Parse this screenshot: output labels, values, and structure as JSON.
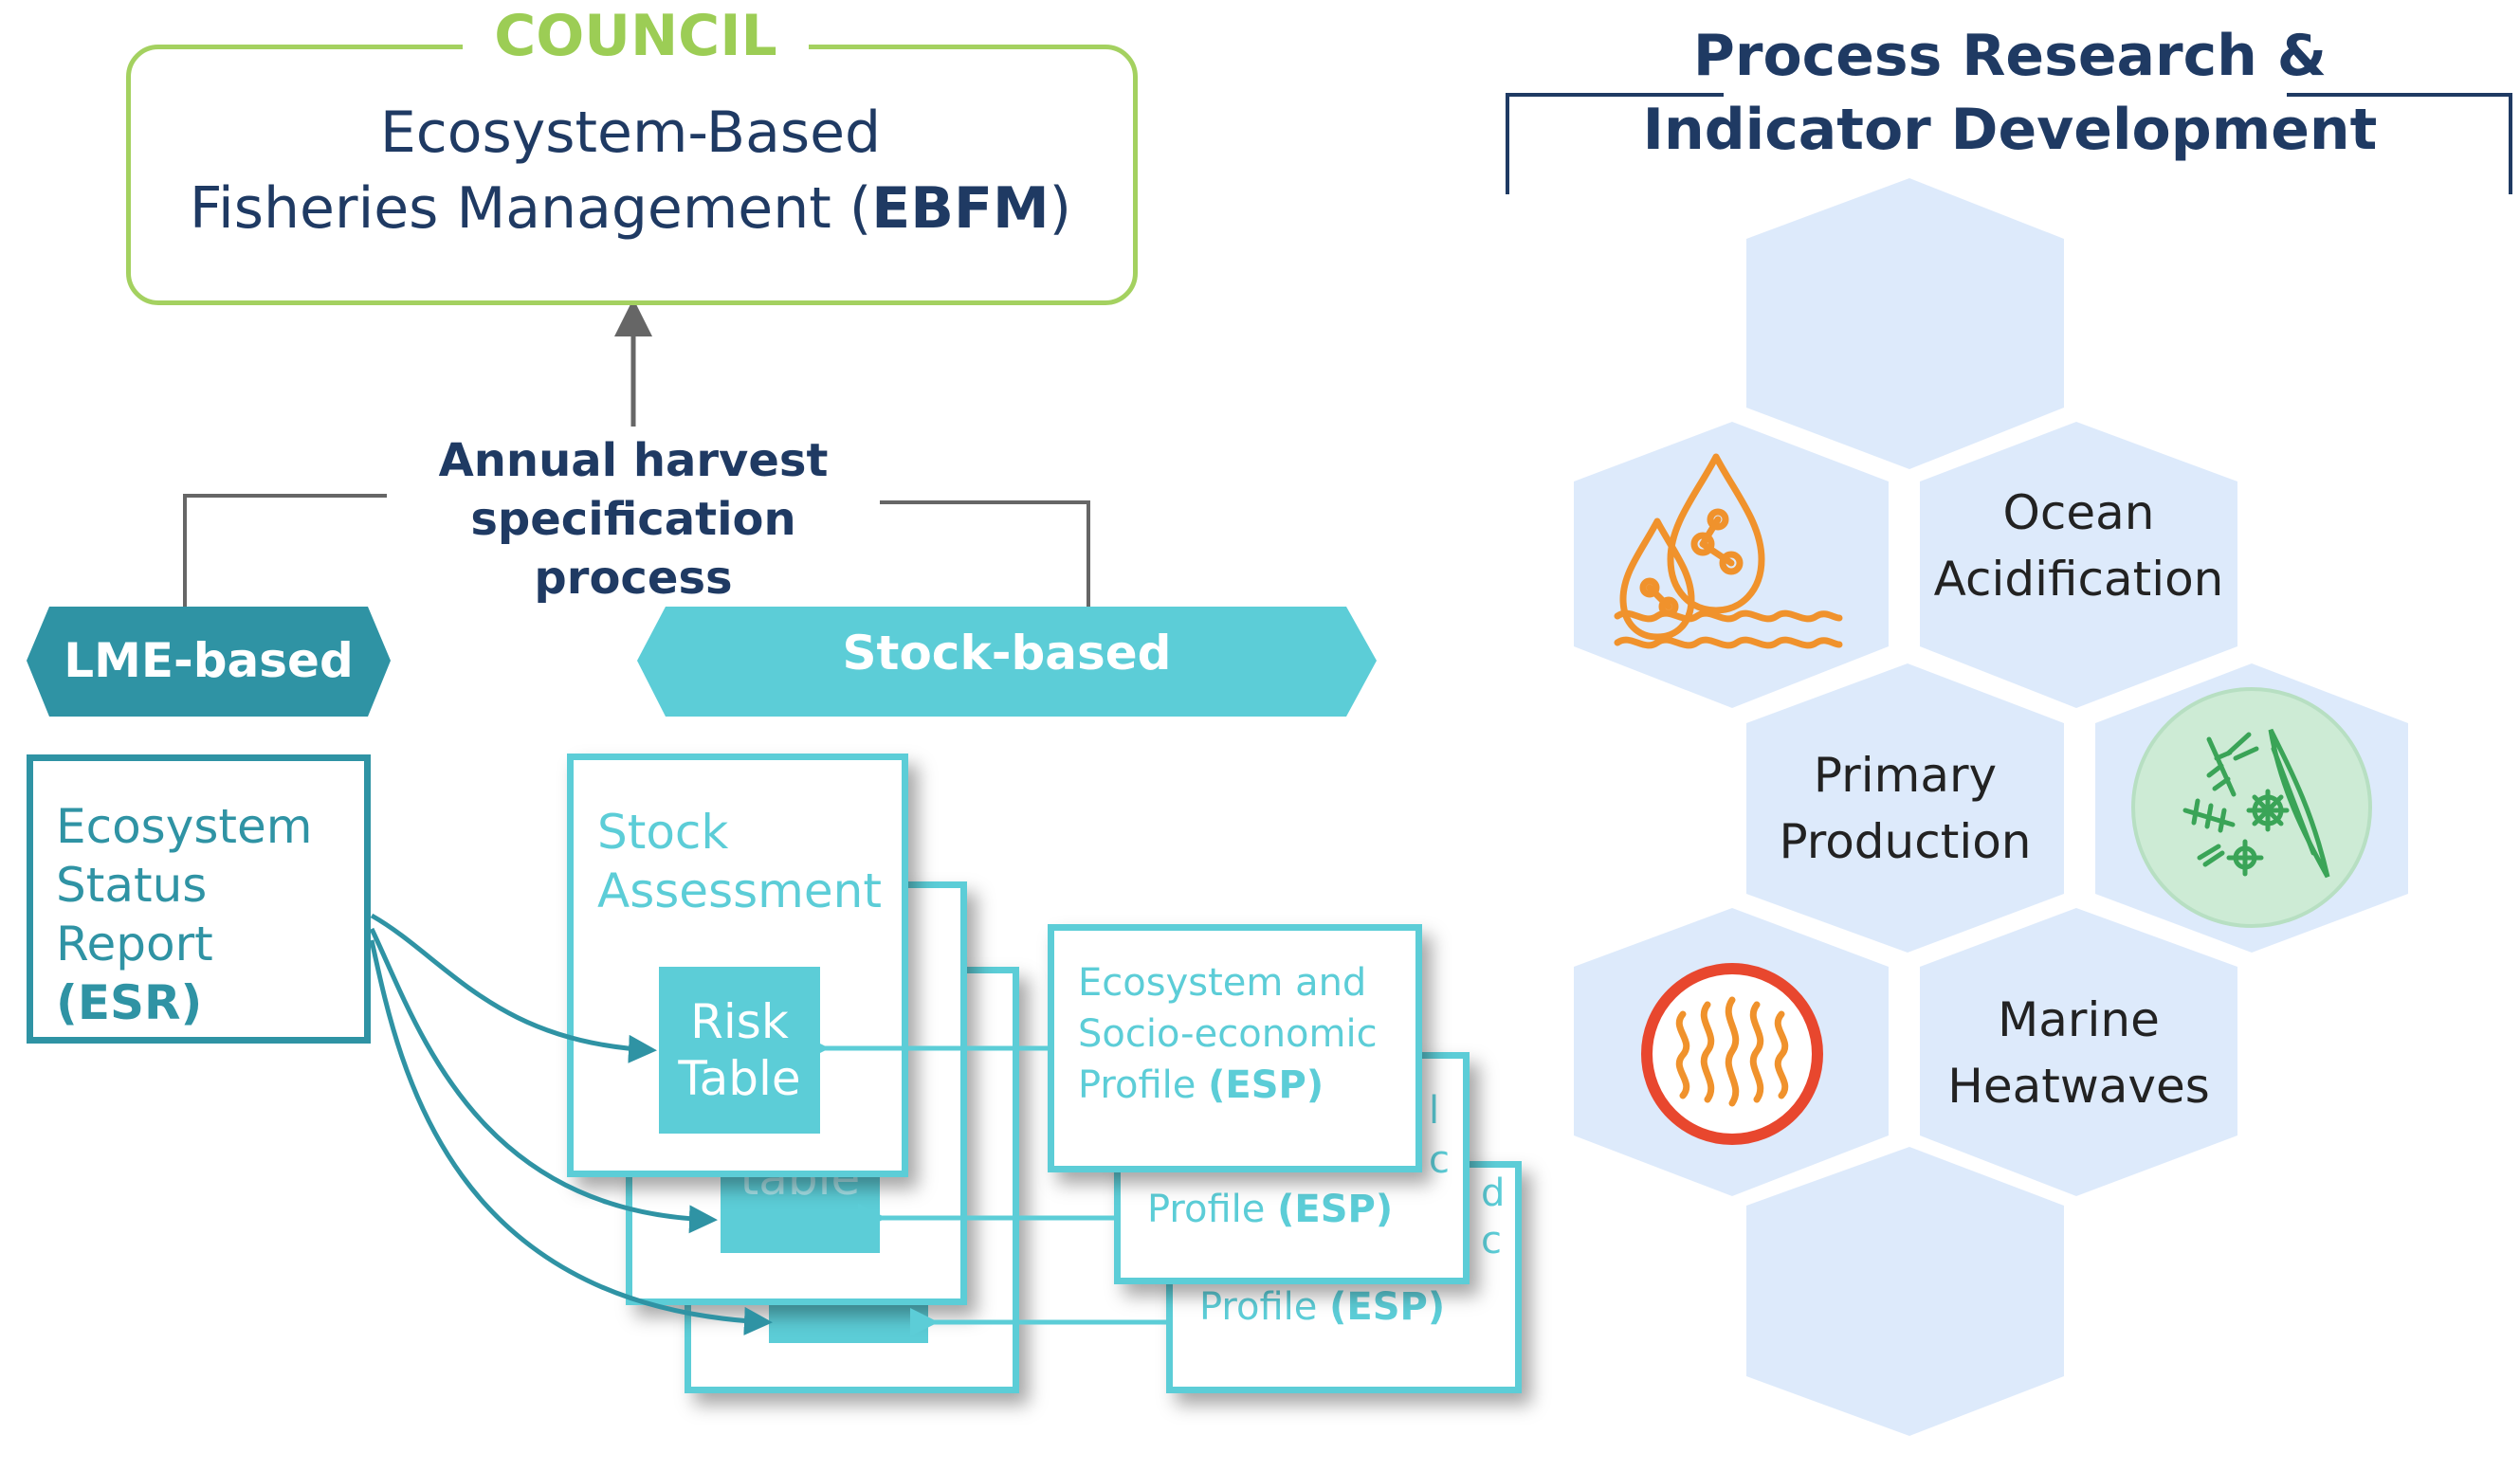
{
  "council": {
    "title": "COUNCIL",
    "line1": "Ecosystem-Based",
    "line2_prefix": "Fisheries Management (",
    "line2_bold": "EBFM",
    "line2_suffix": ")"
  },
  "process": {
    "line1": "Annual harvest",
    "line2": "specification process"
  },
  "lme": {
    "label": "LME-based"
  },
  "stock_based": {
    "label": "Stock-based"
  },
  "esr": {
    "line1": "Ecosystem",
    "line2": "Status",
    "line3_prefix": "Report ",
    "line3_bold": "(ESR)"
  },
  "stock_assessment": {
    "line1": "Stock",
    "line2": "Assessment"
  },
  "risk_table": {
    "line1": "Risk",
    "line2": "Table",
    "partial": "table"
  },
  "esp": {
    "line1": "Ecosystem and",
    "line2": "Socio-economic",
    "line3_prefix": "Profile ",
    "line3_bold": "(ESP)",
    "back1_frag1": "l",
    "back1_frag2": "c",
    "back2_frag1": "d",
    "back2_frag2": "c"
  },
  "prid": {
    "line1": "Process Research &",
    "line2": "Indicator Development"
  },
  "hexagons": {
    "ocean_acidification": {
      "line1": "Ocean",
      "line2": "Acidification"
    },
    "primary_production": {
      "line1": "Primary",
      "line2": "Production"
    },
    "marine_heatwaves": {
      "line1": "Marine",
      "line2": "Heatwaves"
    }
  },
  "colors": {
    "council_green": "#a4d160",
    "navy": "#1f3a63",
    "teal_dark": "#2f93a4",
    "teal_light": "#5ccdd7",
    "hex_fill": "#ddeafb",
    "icon_orange": "#f0922c",
    "icon_red": "#e8472e",
    "plankton_green": "#3aa457"
  }
}
